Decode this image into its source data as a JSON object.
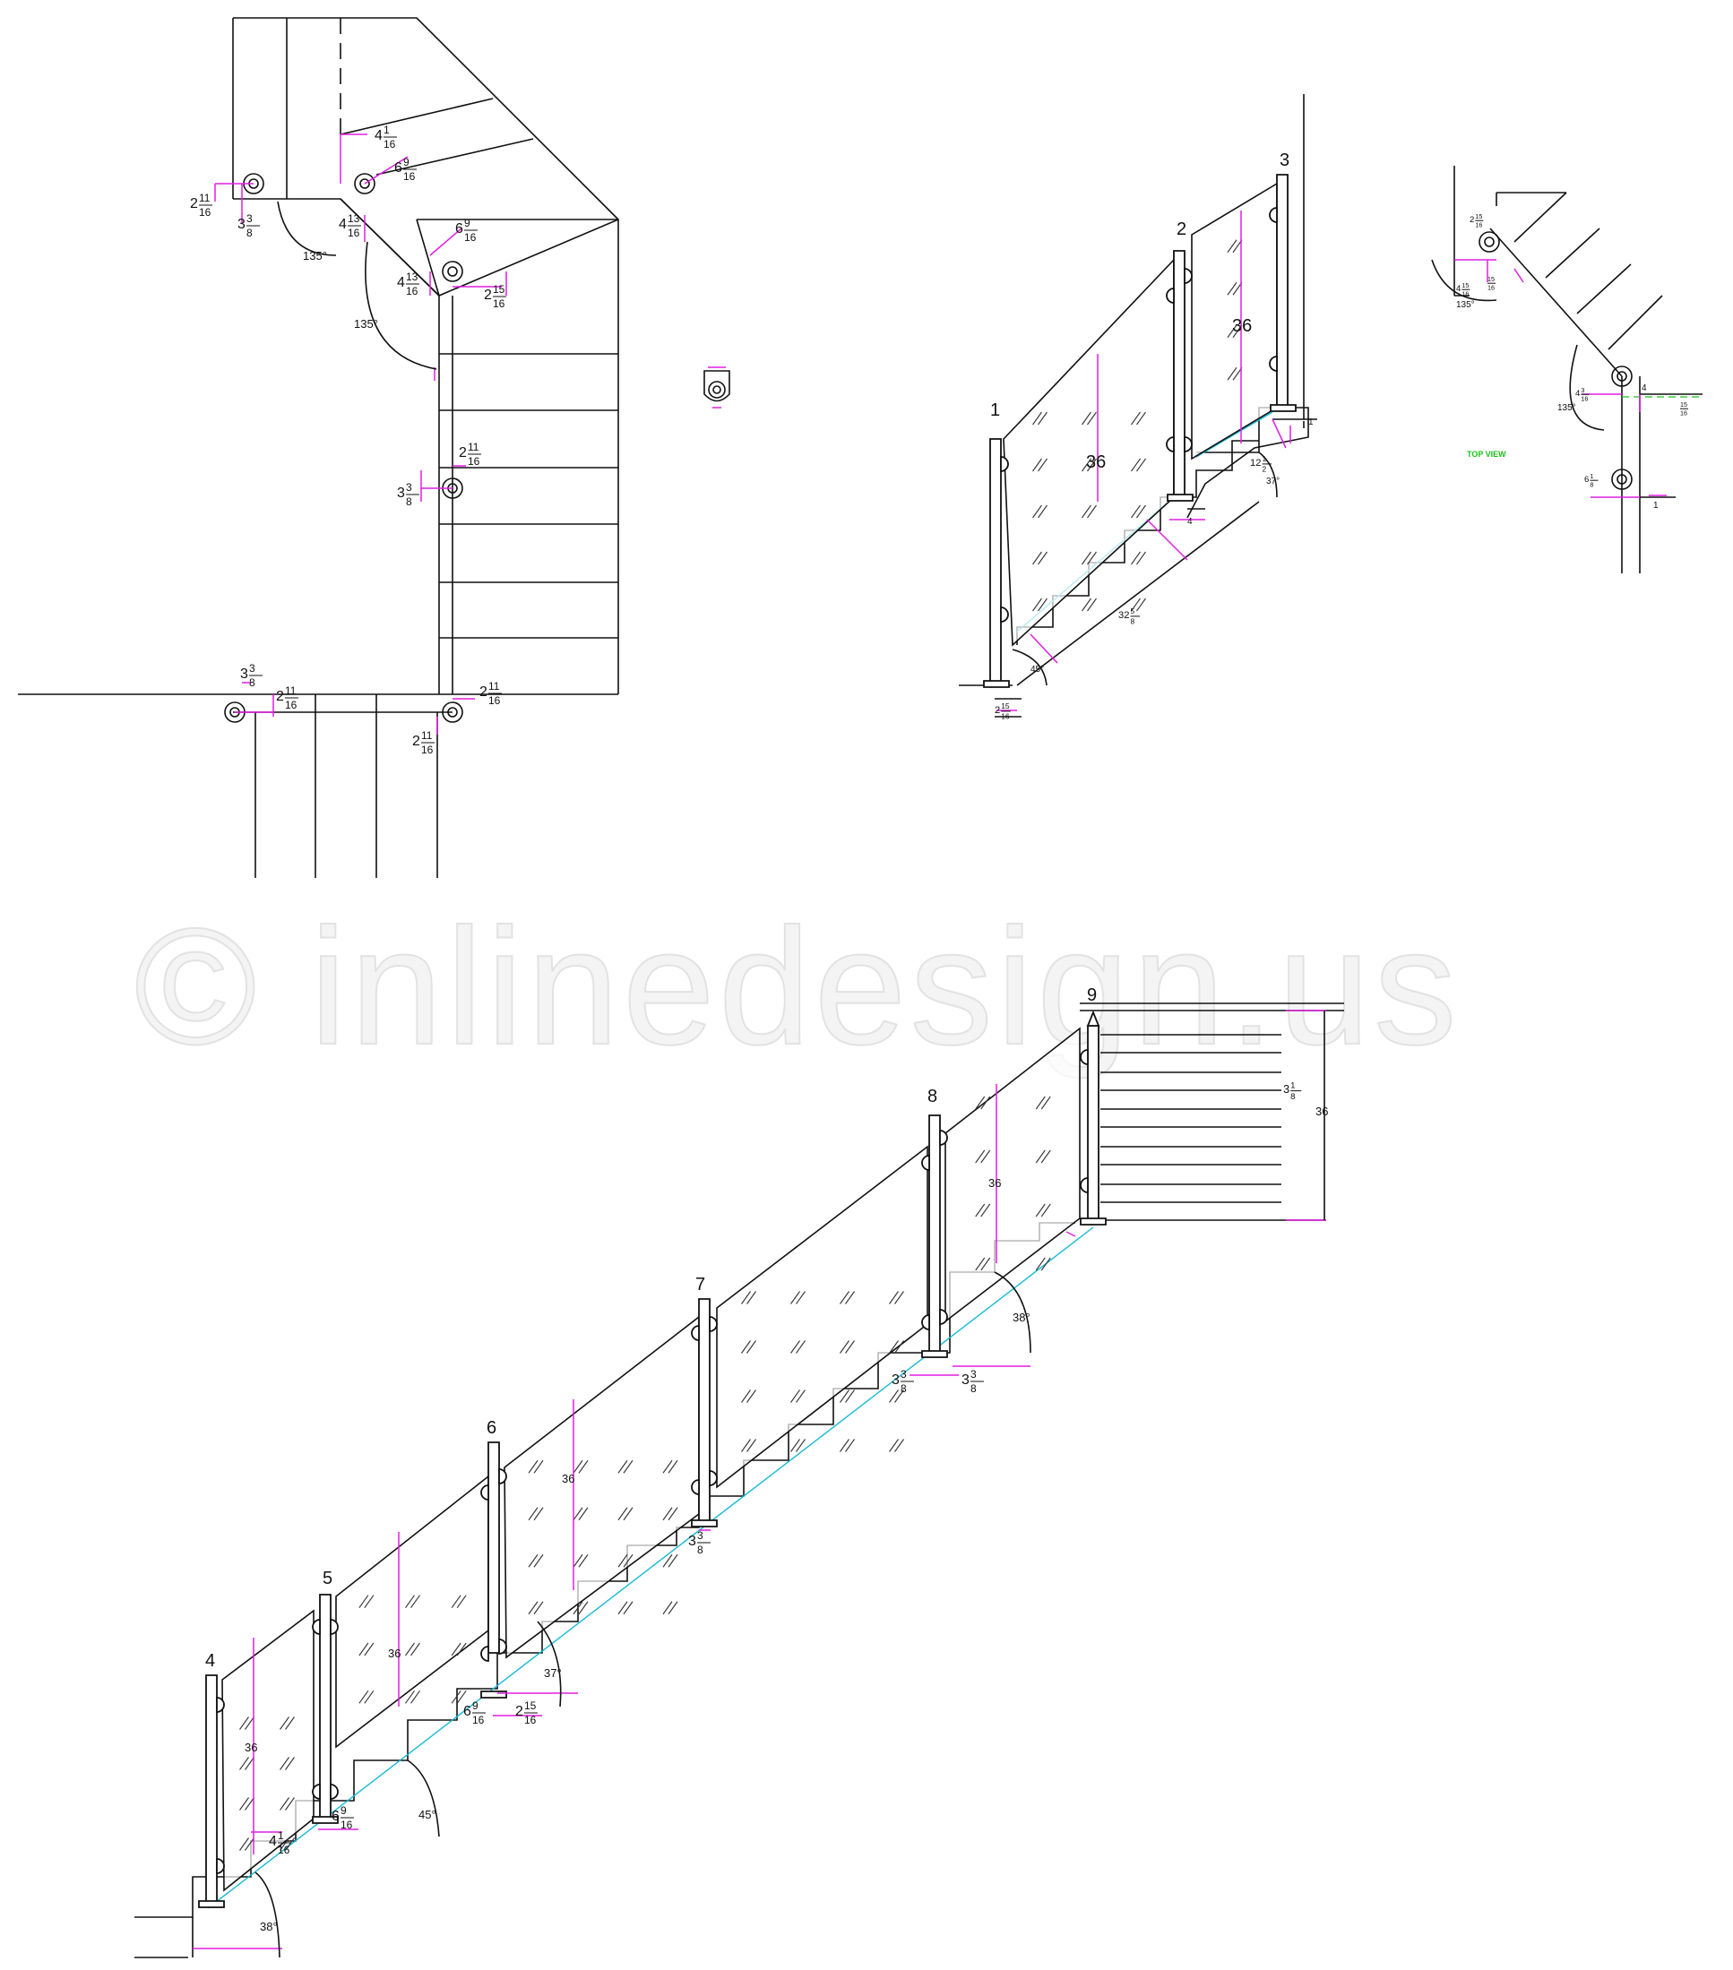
{
  "watermark": "© inlinedesign.us",
  "post_numbers": [
    "1",
    "2",
    "3",
    "4",
    "5",
    "6",
    "7",
    "8",
    "9"
  ],
  "angles": {
    "a135": "135°",
    "a45": "45°",
    "a37": "37°",
    "a38": "38°"
  },
  "dims": {
    "d2_11_16": [
      "2",
      "11",
      "16"
    ],
    "d3_3_8": [
      "3",
      "3",
      "8"
    ],
    "d4_1_16": [
      "4",
      "1",
      "16"
    ],
    "d4_13_16": [
      "4",
      "13",
      "16"
    ],
    "d6_9_16": [
      "6",
      "9",
      "16"
    ],
    "d2_15_16": [
      "2",
      "15",
      "16"
    ],
    "d6_1_8": [
      "6",
      "1",
      "8"
    ],
    "d32_5_8": [
      "32",
      "5",
      "8"
    ],
    "d12_1_2": [
      "12",
      "1",
      "2"
    ],
    "d15_16": [
      "",
      "15",
      "16"
    ],
    "h36": "36",
    "one": "1",
    "four": "4"
  },
  "labels": {
    "top_view": "TOP VIEW"
  },
  "colors": {
    "line": "#111111",
    "dimension": "#e21ee2",
    "glass_base": "#16b9d6",
    "top_view": "#19c21c"
  }
}
